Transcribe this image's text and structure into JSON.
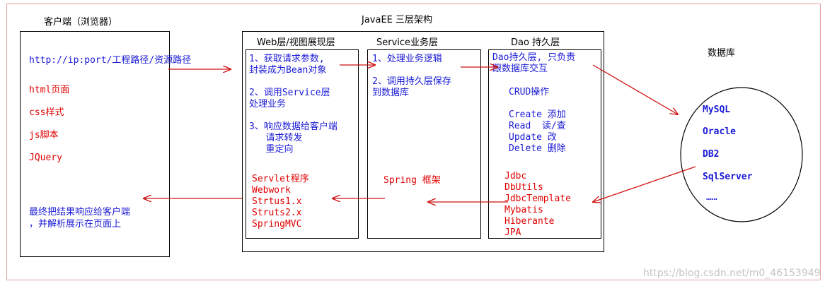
{
  "client": {
    "title": "客户端（浏览器）",
    "url": "http://ip:port/工程路径/资源路径",
    "items": [
      "html页面",
      "css样式",
      "js脚本",
      "JQuery"
    ],
    "result_lines": [
      "最终把结果响应给客户端",
      "，并解析展示在页面上"
    ]
  },
  "arch": {
    "title": "JavaEE 三层架构"
  },
  "web": {
    "title": "Web层/视图展现层",
    "steps": [
      "1、获取请求参数,",
      "封装成为Bean对象",
      "2、调用Service层",
      "处理业务",
      "3、响应数据给客户端",
      "   请求转发",
      "   重定向"
    ],
    "frameworks": [
      "Servlet程序",
      "Webwork",
      "Strtus1.x",
      "Struts2.x",
      "SpringMVC"
    ]
  },
  "service": {
    "title": "Service业务层",
    "steps": [
      "1、处理业务逻辑",
      "2、调用持久层保存",
      "到数据库"
    ],
    "framework": "Spring 框架"
  },
  "dao": {
    "title": "Dao 持久层",
    "desc": [
      "Dao持久层, 只负责",
      "跟数据库交互"
    ],
    "crud_title": "CRUD操作",
    "crud": [
      "Create 添加",
      "Read  读/查",
      "Update 改",
      "Delete 删除"
    ],
    "frameworks": [
      "Jdbc",
      "DbUtils",
      "JdbcTemplate",
      "Mybatis",
      "Hiberante",
      "JPA"
    ]
  },
  "db": {
    "title": "数据库",
    "items": [
      "MySQL",
      "Oracle",
      "DB2",
      "SqlServer",
      "……"
    ]
  },
  "watermark": "https://blog.csdn.net/m0_46153949",
  "colors": {
    "text_blue": "#1a1ad6",
    "text_red": "#e00000",
    "arrow_red": "#d01010",
    "frame": "#e4a0a0"
  }
}
